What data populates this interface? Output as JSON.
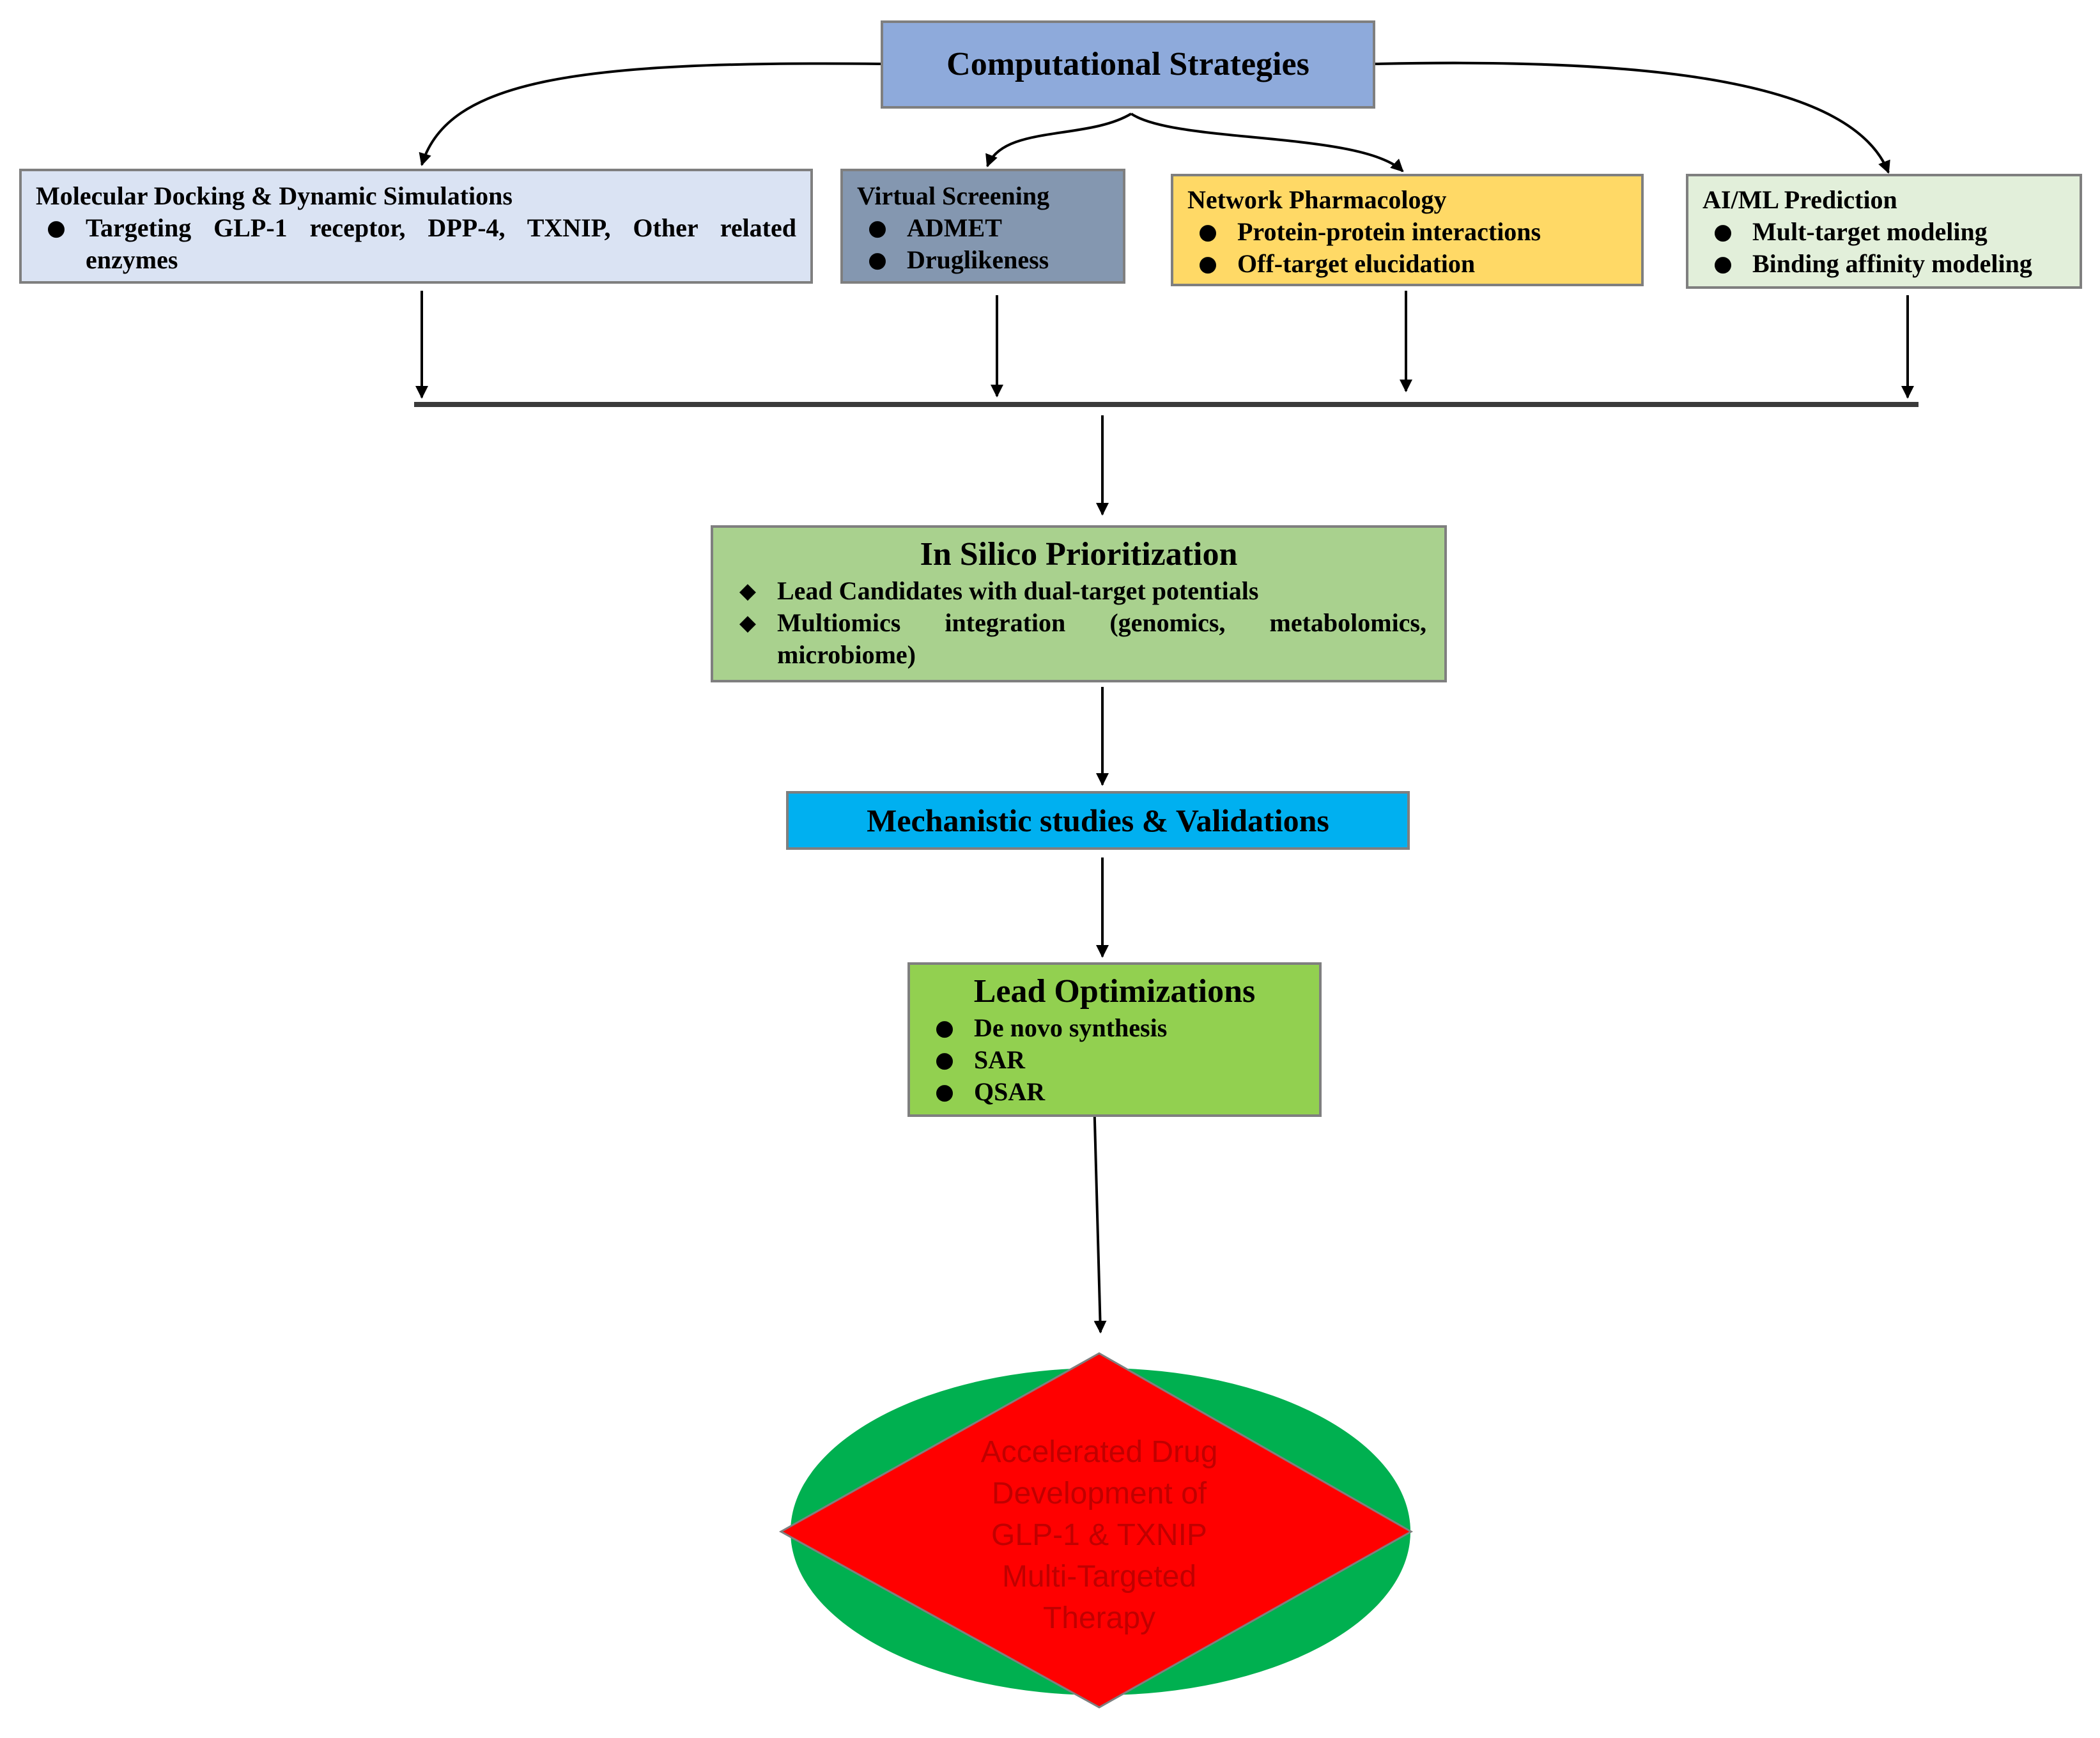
{
  "root": {
    "label": "Computational Strategies"
  },
  "strategies": [
    {
      "title": "Molecular Docking & Dynamic Simulations",
      "bullets": [
        "Targeting GLP-1 receptor, DPP-4, TXNIP, Other related",
        "enzymes"
      ],
      "fill": "#dae3f3"
    },
    {
      "title": "Virtual Screening",
      "bullets": [
        "ADMET",
        "Druglikeness"
      ],
      "fill": "#8497b0"
    },
    {
      "title": "Network Pharmacology",
      "bullets": [
        "Protein-protein interactions",
        "Off-target elucidation"
      ],
      "fill": "#ffd966"
    },
    {
      "title": "AI/ML Prediction",
      "bullets": [
        "Mult-target modeling",
        "Binding affinity modeling"
      ],
      "fill": "#e2efda"
    }
  ],
  "prioritization": {
    "title": "In Silico Prioritization",
    "bullets": [
      "Lead Candidates with dual-target potentials",
      "Multiomics integration (genomics, metabolomics,",
      "microbiome)"
    ],
    "fill": "#a9d18e"
  },
  "mechanistic": {
    "label": "Mechanistic studies & Validations",
    "fill": "#00b0f0"
  },
  "optimization": {
    "title": "Lead Optimizations",
    "bullets": [
      "De novo synthesis",
      "SAR",
      "QSAR"
    ],
    "fill": "#92d050"
  },
  "outcome": {
    "lines": [
      "Accelerated Drug",
      "Development of",
      "GLP-1 & TXNIP",
      "Multi-Targeted",
      "Therapy"
    ],
    "ellipse_color": "#00b050",
    "diamond_color": "#ff0000",
    "text_color": "#c00000"
  }
}
